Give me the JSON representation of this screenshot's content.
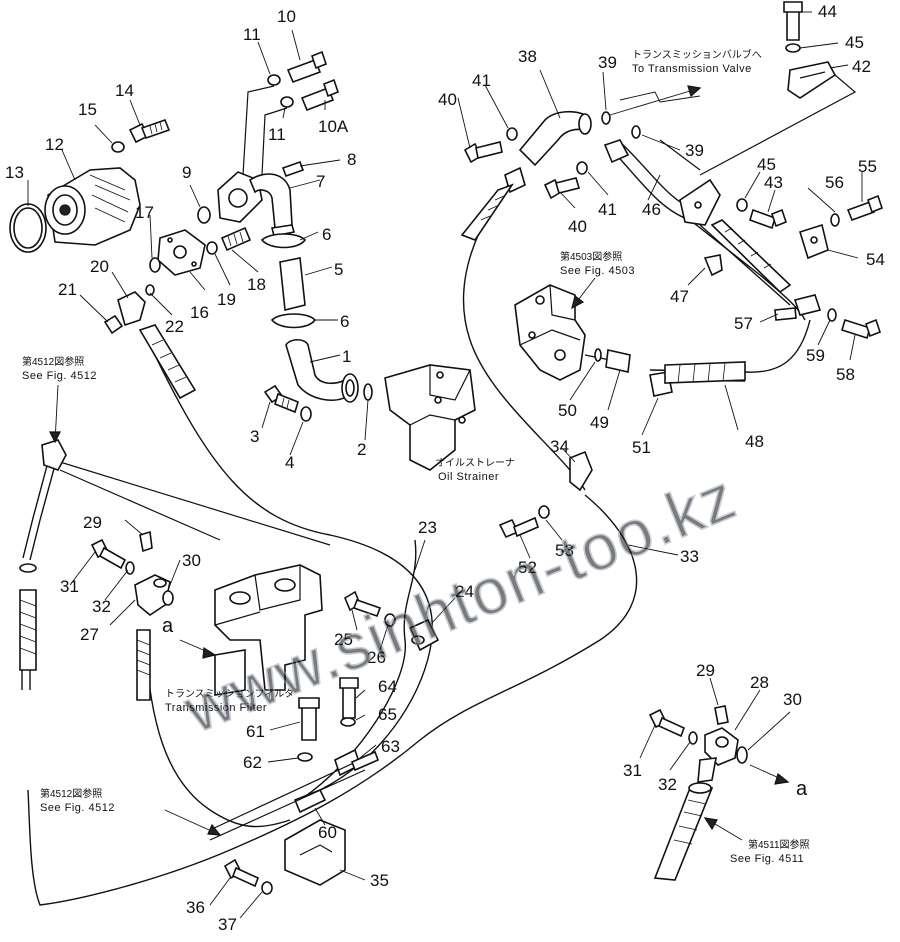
{
  "notes": {
    "to_trans_valve_jp": "トランスミッションバルブへ",
    "to_trans_valve_en": "To  Transmission  Valve",
    "fig4503_jp": "第4503図参照",
    "fig4503_en": "See  Fig. 4503",
    "fig4512a_jp": "第4512図参照",
    "fig4512a_en": "See  Fig. 4512",
    "oil_strainer_jp": "オイルストレーナ",
    "oil_strainer_en": "Oil  Strainer",
    "trans_filter_jp": "トランスミッションフィルタ",
    "trans_filter_en": "Transmission  Filter",
    "fig4512b_jp": "第4512図参照",
    "fig4512b_en": "See  Fig. 4512",
    "fig4511_jp": "第4511図参照",
    "fig4511_en": "See  Fig. 4511",
    "arrow_a1": "a",
    "arrow_a2": "a"
  },
  "watermark": "www.sinhton-too.kz",
  "callouts": [
    {
      "id": "c1",
      "label": "1"
    },
    {
      "id": "c2",
      "label": "2"
    },
    {
      "id": "c3",
      "label": "3"
    },
    {
      "id": "c4",
      "label": "4"
    },
    {
      "id": "c5",
      "label": "5"
    },
    {
      "id": "c6a",
      "label": "6"
    },
    {
      "id": "c6b",
      "label": "6"
    },
    {
      "id": "c7",
      "label": "7"
    },
    {
      "id": "c8",
      "label": "8"
    },
    {
      "id": "c9",
      "label": "9"
    },
    {
      "id": "c10",
      "label": "10"
    },
    {
      "id": "c10a",
      "label": "10A"
    },
    {
      "id": "c11a",
      "label": "11"
    },
    {
      "id": "c11b",
      "label": "11"
    },
    {
      "id": "c12",
      "label": "12"
    },
    {
      "id": "c13",
      "label": "13"
    },
    {
      "id": "c14",
      "label": "14"
    },
    {
      "id": "c15",
      "label": "15"
    },
    {
      "id": "c16",
      "label": "16"
    },
    {
      "id": "c17",
      "label": "17"
    },
    {
      "id": "c18",
      "label": "18"
    },
    {
      "id": "c19",
      "label": "19"
    },
    {
      "id": "c20",
      "label": "20"
    },
    {
      "id": "c21",
      "label": "21"
    },
    {
      "id": "c22",
      "label": "22"
    },
    {
      "id": "c23",
      "label": "23"
    },
    {
      "id": "c24",
      "label": "24"
    },
    {
      "id": "c25",
      "label": "25"
    },
    {
      "id": "c26",
      "label": "26"
    },
    {
      "id": "c27",
      "label": "27"
    },
    {
      "id": "c28",
      "label": "28"
    },
    {
      "id": "c29a",
      "label": "29"
    },
    {
      "id": "c29b",
      "label": "29"
    },
    {
      "id": "c30a",
      "label": "30"
    },
    {
      "id": "c30b",
      "label": "30"
    },
    {
      "id": "c31a",
      "label": "31"
    },
    {
      "id": "c31b",
      "label": "31"
    },
    {
      "id": "c32a",
      "label": "32"
    },
    {
      "id": "c32b",
      "label": "32"
    },
    {
      "id": "c33",
      "label": "33"
    },
    {
      "id": "c34",
      "label": "34"
    },
    {
      "id": "c35",
      "label": "35"
    },
    {
      "id": "c36",
      "label": "36"
    },
    {
      "id": "c37",
      "label": "37"
    },
    {
      "id": "c38",
      "label": "38"
    },
    {
      "id": "c39a",
      "label": "39"
    },
    {
      "id": "c39b",
      "label": "39"
    },
    {
      "id": "c40a",
      "label": "40"
    },
    {
      "id": "c40b",
      "label": "40"
    },
    {
      "id": "c41a",
      "label": "41"
    },
    {
      "id": "c41b",
      "label": "41"
    },
    {
      "id": "c42",
      "label": "42"
    },
    {
      "id": "c43",
      "label": "43"
    },
    {
      "id": "c44",
      "label": "44"
    },
    {
      "id": "c45a",
      "label": "45"
    },
    {
      "id": "c45b",
      "label": "45"
    },
    {
      "id": "c46",
      "label": "46"
    },
    {
      "id": "c47",
      "label": "47"
    },
    {
      "id": "c48",
      "label": "48"
    },
    {
      "id": "c49",
      "label": "49"
    },
    {
      "id": "c50",
      "label": "50"
    },
    {
      "id": "c51",
      "label": "51"
    },
    {
      "id": "c52",
      "label": "52"
    },
    {
      "id": "c53",
      "label": "53"
    },
    {
      "id": "c54",
      "label": "54"
    },
    {
      "id": "c55",
      "label": "55"
    },
    {
      "id": "c56",
      "label": "56"
    },
    {
      "id": "c57",
      "label": "57"
    },
    {
      "id": "c58",
      "label": "58"
    },
    {
      "id": "c59",
      "label": "59"
    },
    {
      "id": "c60",
      "label": "60"
    },
    {
      "id": "c61",
      "label": "61"
    },
    {
      "id": "c62",
      "label": "62"
    },
    {
      "id": "c63",
      "label": "63"
    },
    {
      "id": "c64",
      "label": "64"
    },
    {
      "id": "c65",
      "label": "65"
    }
  ]
}
